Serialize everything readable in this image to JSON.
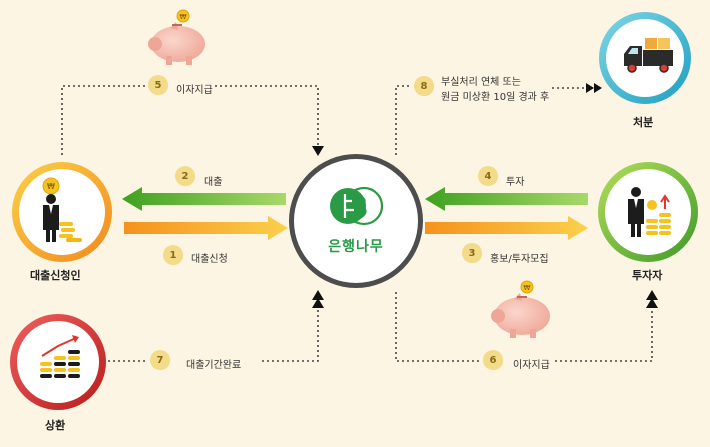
{
  "nodes": {
    "borrower": "대출신청인",
    "bank_logo_text": "은행나무",
    "investor": "투자자",
    "disposal": "처분",
    "repayment": "상환"
  },
  "steps": [
    {
      "num": "1",
      "label": "대출신청"
    },
    {
      "num": "2",
      "label": "대출"
    },
    {
      "num": "3",
      "label": "홍보/투자모집"
    },
    {
      "num": "4",
      "label": "투자"
    },
    {
      "num": "5",
      "label": "이자지급"
    },
    {
      "num": "6",
      "label": "이자지급"
    },
    {
      "num": "7",
      "label": "대출기간완료"
    },
    {
      "num": "8",
      "label_line1": "부실처리 연체 또는",
      "label_line2": "원금 미상환 10일 경과 후"
    }
  ],
  "colors": {
    "background": "#fdf5e3",
    "orange_ring": "#f5a21c",
    "green_ring": "#6cbf3a",
    "teal_ring": "#3bb8cf",
    "red_ring": "#d62a2a",
    "green_arrow": "#59b52a",
    "orange_arrow": "#f59c1d",
    "brand_green": "#2a9a46"
  }
}
